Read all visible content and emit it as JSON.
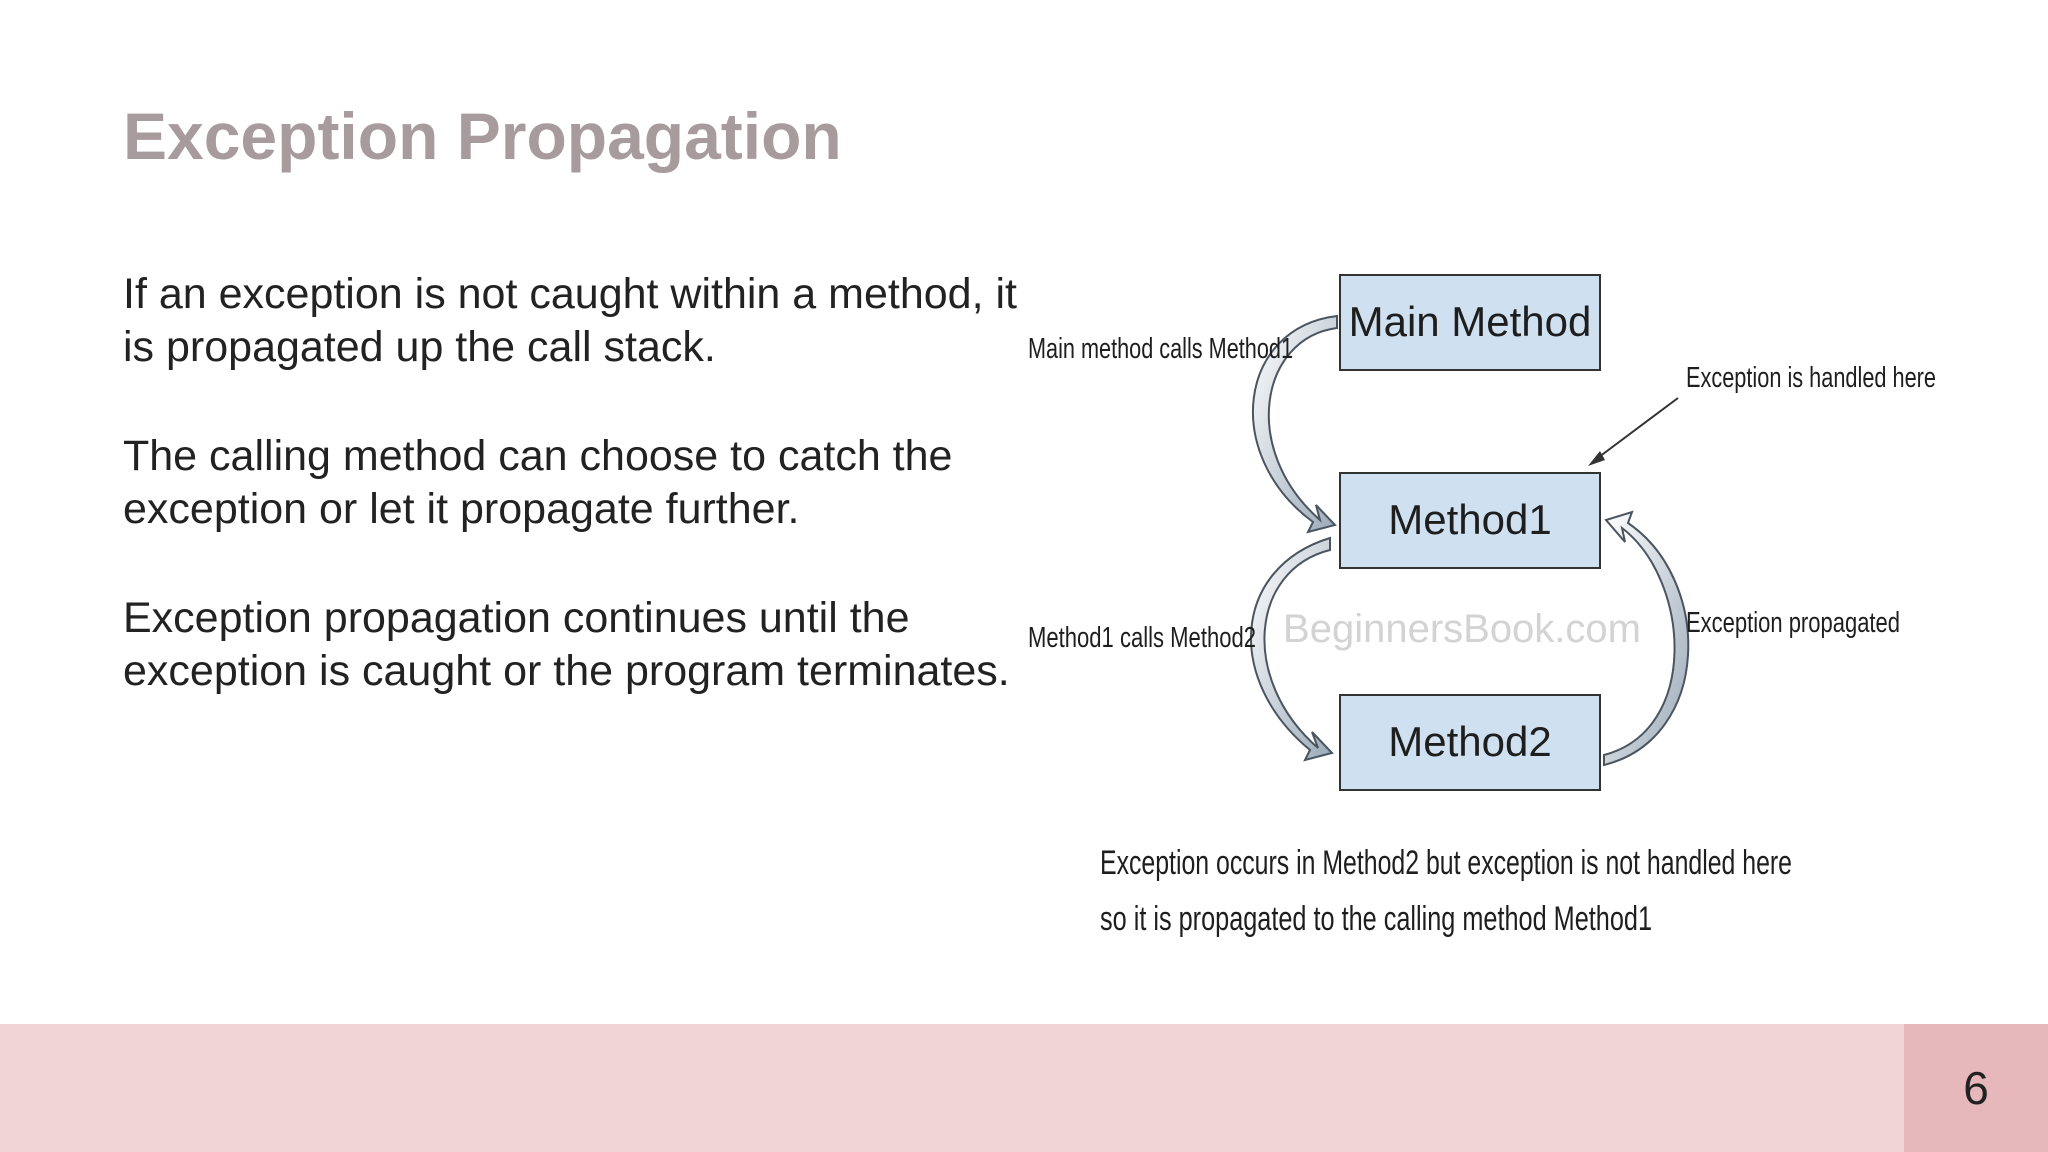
{
  "slide": {
    "title": "Exception Propagation",
    "paragraphs": [
      "If an exception is not caught within a method, it is propagated up the call stack.",
      "The calling method can choose to catch the exception or let it propagate further.",
      "Exception propagation continues until the exception is caught or the program terminates."
    ],
    "page_number": "6"
  },
  "diagram": {
    "boxes": {
      "main": "Main Method",
      "method1": "Method1",
      "method2": "Method2"
    },
    "labels": {
      "main_calls": "Main method calls Method1",
      "handled": "Exception is handled here",
      "method1_calls": "Method1 calls Method2",
      "propagated": "Exception propagated",
      "watermark": "BeginnersBook.com",
      "caption_line1": "Exception occurs in Method2 but exception is not handled here",
      "caption_line2": "so it is propagated to the calling method Method1"
    }
  },
  "colors": {
    "title": "#a89b9d",
    "box_fill": "#cfe0f0",
    "footer": "#f0d5d4",
    "page_box": "#e6b7bb"
  }
}
